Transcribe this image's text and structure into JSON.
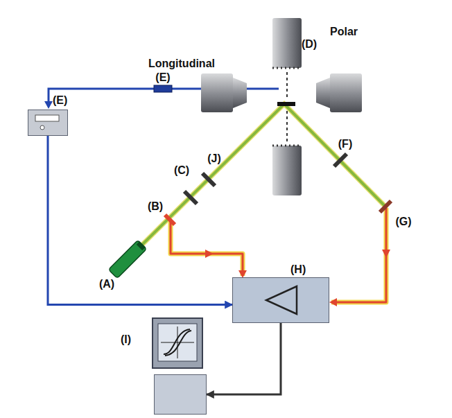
{
  "diagram": {
    "nodes": [
      {
        "text": [
          "(E)"
        ]
      },
      {
        "text": [
          "(H)"
        ]
      },
      {
        "text": [
          "(I)"
        ]
      }
    ],
    "edges": [
      {
        "from": 0,
        "to": 1,
        "arrow": "to"
      },
      {
        "from": 1,
        "to": 2,
        "arrow": "to"
      }
    ],
    "labels": [
      "Polar",
      "(D)",
      "Longitudinal",
      "(E)",
      "(J)",
      "(C)",
      "(B)",
      "(F)",
      "(G)",
      "(A)"
    ]
  }
}
